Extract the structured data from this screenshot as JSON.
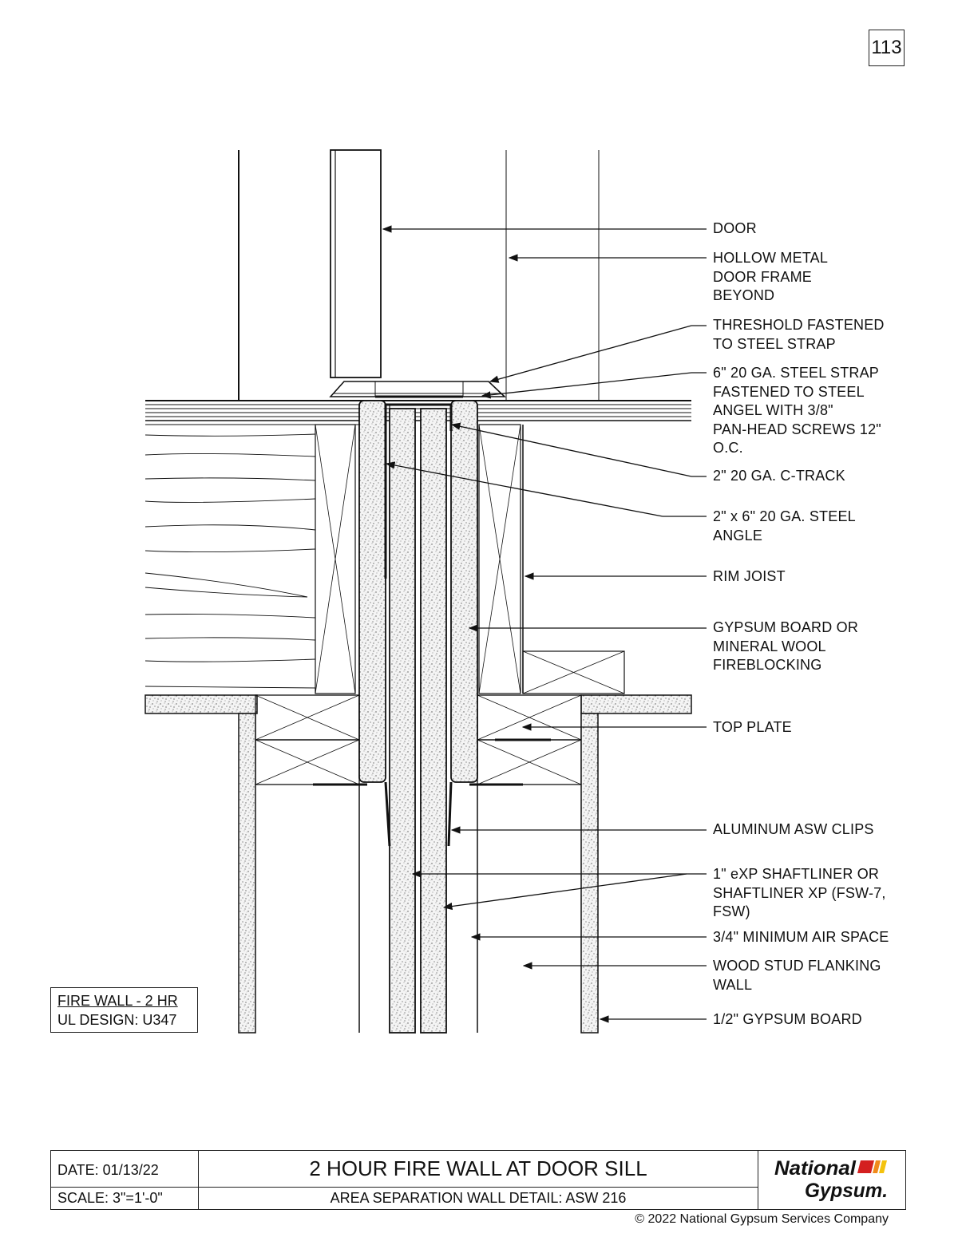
{
  "page_number": "113",
  "callouts": [
    {
      "id": "door",
      "text": "DOOR"
    },
    {
      "id": "frame",
      "text": "HOLLOW METAL\nDOOR FRAME\nBEYOND"
    },
    {
      "id": "threshold",
      "text": "THRESHOLD FASTENED\nTO STEEL STRAP"
    },
    {
      "id": "strap",
      "text": "6\" 20 GA. STEEL STRAP\nFASTENED TO STEEL\nANGEL WITH 3/8\"\nPAN-HEAD SCREWS 12\"\nO.C."
    },
    {
      "id": "ctrack",
      "text": "2\" 20 GA. C-TRACK"
    },
    {
      "id": "angle",
      "text": "2\" x 6\" 20 GA. STEEL\nANGLE"
    },
    {
      "id": "rimjoist",
      "text": "RIM JOIST"
    },
    {
      "id": "fireblock",
      "text": "GYPSUM BOARD OR\nMINERAL WOOL\nFIREBLOCKING"
    },
    {
      "id": "topplate",
      "text": "TOP PLATE"
    },
    {
      "id": "clips",
      "text": "ALUMINUM ASW CLIPS"
    },
    {
      "id": "shaftliner",
      "text": "1\" eXP SHAFTLINER OR\nSHAFTLINER XP (FSW-7,\nFSW)"
    },
    {
      "id": "airspace",
      "text": "3/4\" MINIMUM AIR SPACE"
    },
    {
      "id": "flanking",
      "text": "WOOD STUD FLANKING\nWALL"
    },
    {
      "id": "gypboard",
      "text": "1/2\" GYPSUM BOARD"
    }
  ],
  "fire_rating": {
    "line1": "FIRE WALL - 2 HR",
    "line2": "UL DESIGN: U347"
  },
  "title_block": {
    "date": "DATE: 01/13/22",
    "scale": "SCALE: 3\"=1'-0\"",
    "title": "2 HOUR FIRE WALL AT DOOR SILL",
    "subtitle": "AREA SEPARATION WALL DETAIL: ASW 216",
    "logo_line1": "National",
    "logo_line2": "Gypsum."
  },
  "copyright": "© 2022 National Gypsum Services Company",
  "colors": {
    "logo_red": "#d42020",
    "logo_orange": "#f08a1c",
    "logo_yellow": "#f4c20d"
  }
}
